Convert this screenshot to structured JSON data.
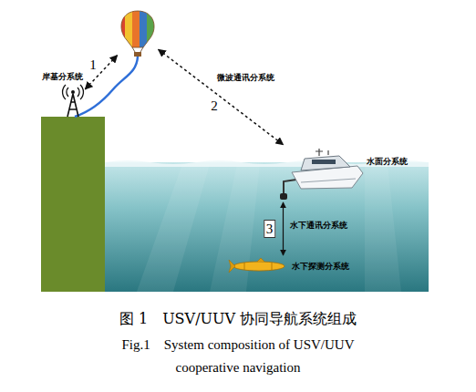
{
  "diagram": {
    "caption": "图 1　USV/UUV 协同导航系统组成",
    "nodes": [
      {
        "text": [
          "岸基分系统"
        ]
      },
      {
        "text": [
          "微波通讯分系统"
        ]
      },
      {
        "text": [
          "水面分系统"
        ]
      },
      {
        "text": [
          "水下探测分系统"
        ]
      }
    ],
    "edges": [
      {
        "from": 0,
        "to": 1,
        "arrow": "both",
        "label": "1"
      },
      {
        "from": 1,
        "to": 2,
        "arrow": "both",
        "label": "2"
      },
      {
        "from": 2,
        "to": 3,
        "arrow": "both",
        "label": "3"
      }
    ],
    "labels": [
      "水下通讯分系统",
      "Fig.1　System composition of USV/UUV cooperative navigation"
    ]
  }
}
